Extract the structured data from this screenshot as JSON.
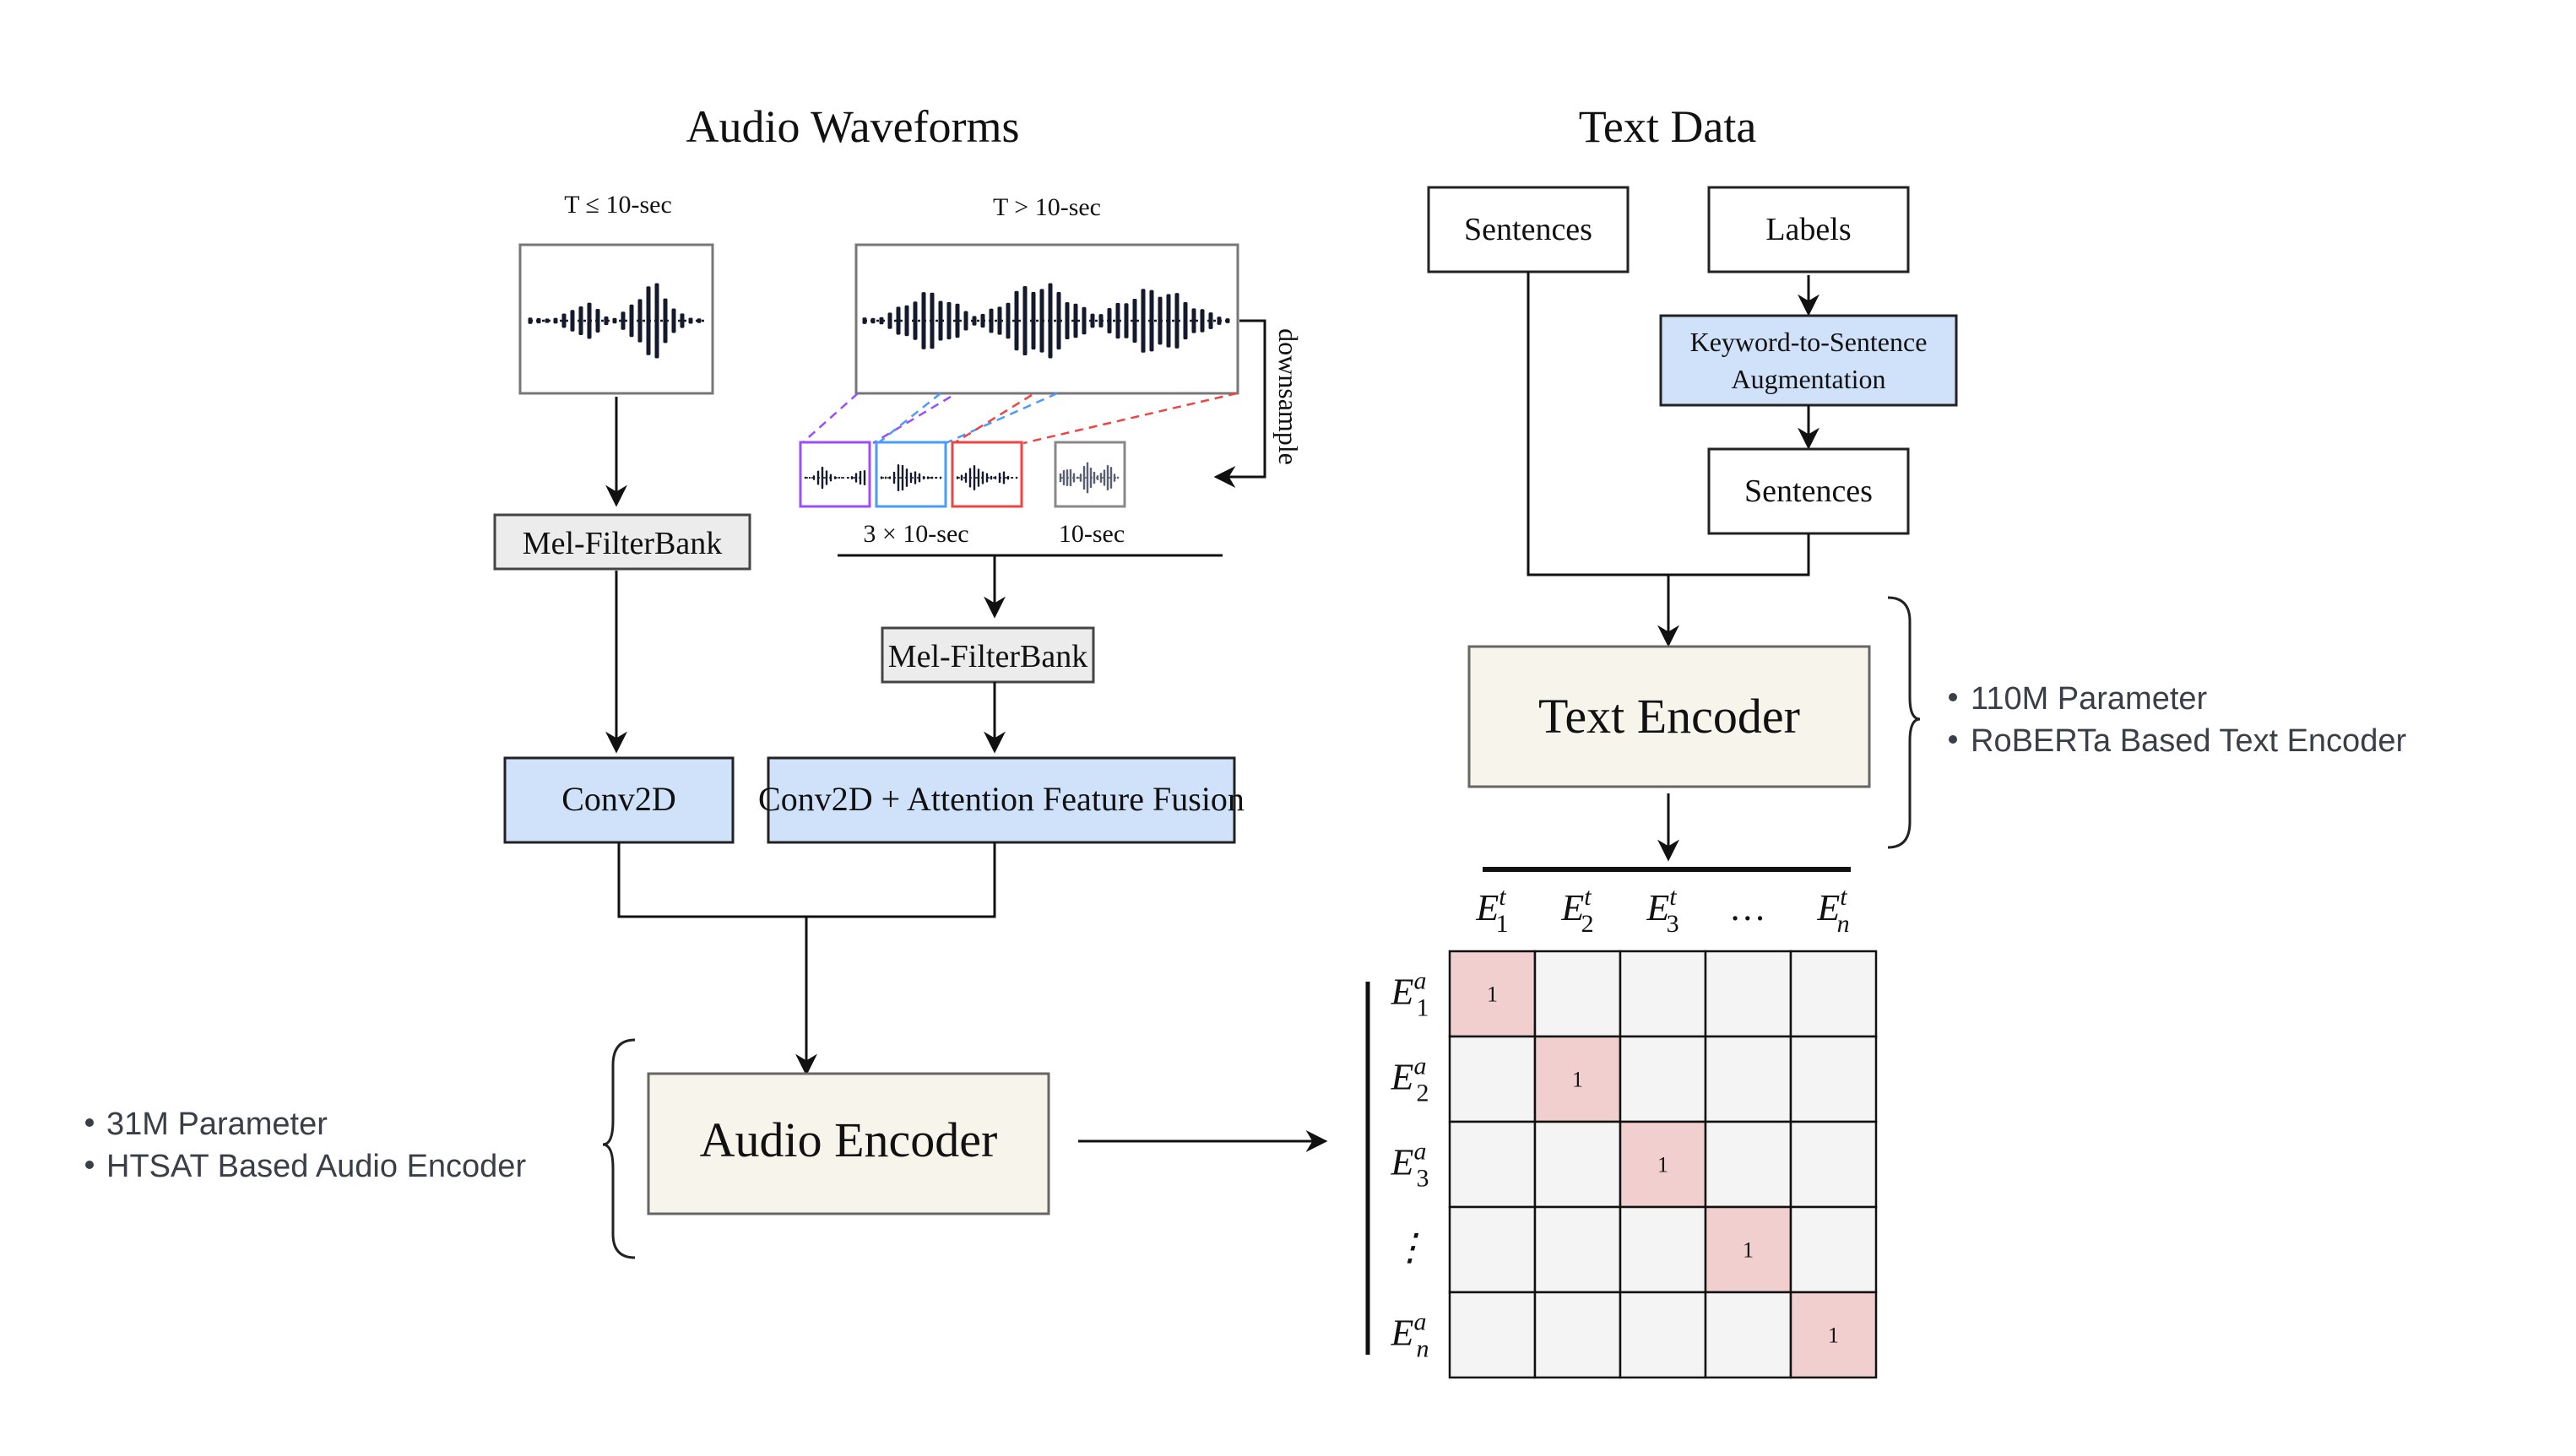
{
  "headers": {
    "audio": "Audio Waveforms",
    "text": "Text Data"
  },
  "audio": {
    "short_condition": "T ≤ 10-sec",
    "long_condition": "T > 10-sec",
    "downsample_label": "downsample",
    "chunks_label": "3 × 10-sec",
    "downsampled_label": "10-sec",
    "mel_left": "Mel-FilterBank",
    "mel_right": "Mel-FilterBank",
    "conv_left": "Conv2D",
    "conv_right": "Conv2D + Attention Feature Fusion",
    "encoder": "Audio Encoder",
    "notes": [
      "31M Parameter",
      "HTSAT Based Audio Encoder"
    ],
    "chunk_colors": [
      "#9b4dff",
      "#4a9bff",
      "#ee4444"
    ]
  },
  "text": {
    "sentences": "Sentences",
    "labels": "Labels",
    "augmentation": [
      "Keyword-to-Sentence",
      "Augmentation"
    ],
    "sentences_aug": "Sentences",
    "encoder": "Text Encoder",
    "notes": [
      "110M Parameter",
      "RoBERTa Based Text Encoder"
    ]
  },
  "matrix": {
    "col_headers": [
      {
        "base": "E",
        "sup": "t",
        "sub": "1"
      },
      {
        "base": "E",
        "sup": "t",
        "sub": "2"
      },
      {
        "base": "E",
        "sup": "t",
        "sub": "3"
      },
      {
        "base": "…",
        "sup": "",
        "sub": ""
      },
      {
        "base": "E",
        "sup": "t",
        "sub": "n"
      }
    ],
    "row_headers": [
      {
        "base": "E",
        "sup": "a",
        "sub": "1"
      },
      {
        "base": "E",
        "sup": "a",
        "sub": "2"
      },
      {
        "base": "E",
        "sup": "a",
        "sub": "3"
      },
      {
        "base": "⋮",
        "sup": "",
        "sub": ""
      },
      {
        "base": "E",
        "sup": "a",
        "sub": "n"
      }
    ],
    "diagonal_value": "1",
    "colors": {
      "diagonal": "#f2cfcf",
      "off": "#f4f4f4"
    }
  },
  "colors": {
    "blue_box": "#d0e2fa",
    "gray_box": "#ececec",
    "encoder_box": "#f7f4ec"
  }
}
